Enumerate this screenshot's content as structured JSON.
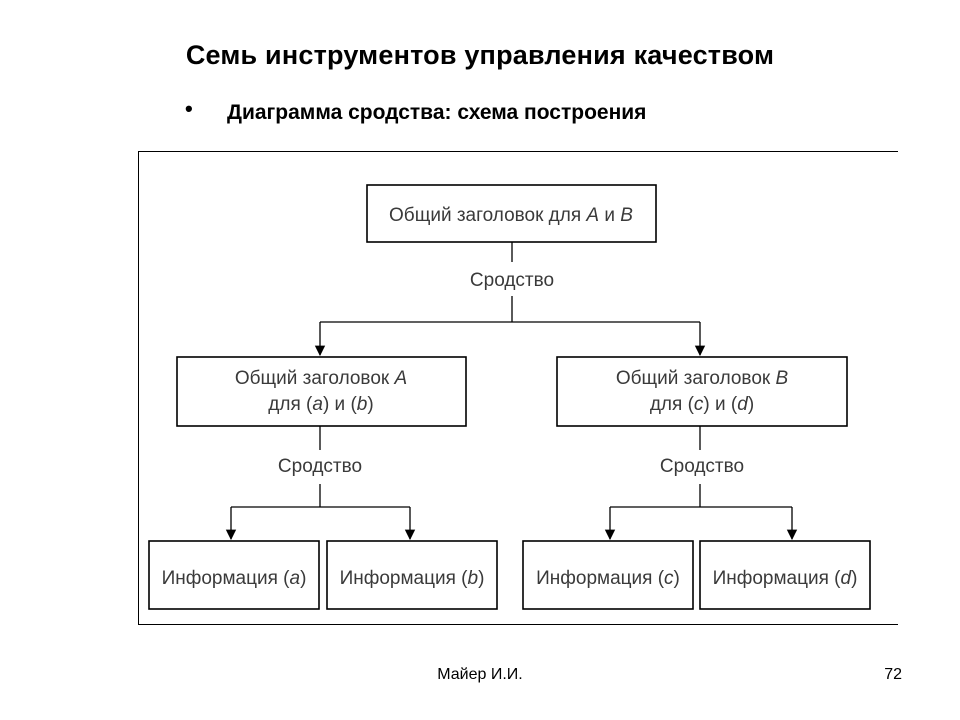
{
  "slide": {
    "title": "Семь инструментов управления качеством",
    "bullet": "•",
    "subtitle": "Диаграмма сродства: схема построения",
    "author": "Майер И.И.",
    "page": "72"
  },
  "diagram": {
    "top": {
      "line1_prefix": "Общий заголовок для ",
      "a": "A",
      "mid": " и ",
      "b": "B"
    },
    "affinity_top": "Сродство",
    "left_group": {
      "line1_prefix": "Общий заголовок ",
      "letter": "A",
      "line2_pre": "для (",
      "x1": "a",
      "line2_mid": ") и (",
      "x2": "b",
      "line2_post": ")"
    },
    "right_group": {
      "line1_prefix": "Общий заголовок ",
      "letter": "B",
      "line2_pre": "для (",
      "x1": "c",
      "line2_mid": ") и (",
      "x2": "d",
      "line2_post": ")"
    },
    "affinity_left": "Сродство",
    "affinity_right": "Сродство",
    "info": [
      {
        "prefix": "Информация (",
        "letter": "a",
        "suffix": ")"
      },
      {
        "prefix": "Информация (",
        "letter": "b",
        "suffix": ")"
      },
      {
        "prefix": "Информация (",
        "letter": "c",
        "suffix": ")"
      },
      {
        "prefix": "Информация (",
        "letter": "d",
        "suffix": ")"
      }
    ]
  }
}
